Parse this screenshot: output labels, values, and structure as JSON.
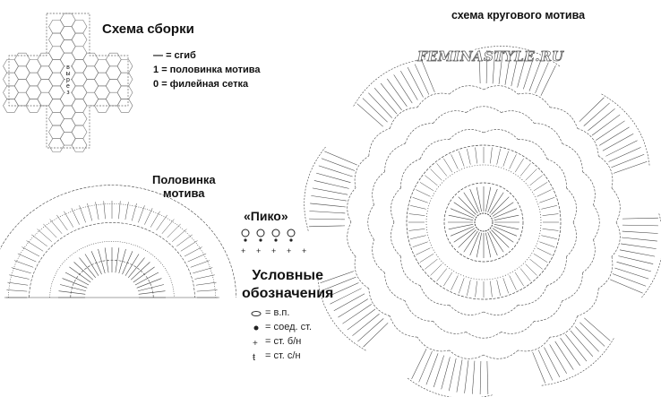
{
  "assembly": {
    "title": "Схема сборки",
    "cut_label": "вырез",
    "legend": [
      {
        "symbol": "—",
        "text": "= сгиб"
      },
      {
        "symbol": "1",
        "text": "= половинка мотива"
      },
      {
        "symbol": "0",
        "text": "= филейная сетка"
      }
    ]
  },
  "half_motif": {
    "title_line1": "Половинка",
    "title_line2": "мотива"
  },
  "picot": {
    "title": "«Пико»"
  },
  "symbols": {
    "title_line1": "Условные",
    "title_line2": "обозначения",
    "items": [
      {
        "icon": "chain-oval-icon",
        "text": "= в.п."
      },
      {
        "icon": "slip-stitch-dot-icon",
        "text": "= соед. ст."
      },
      {
        "icon": "single-crochet-plus-icon",
        "text": "= ст. б/н"
      },
      {
        "icon": "double-crochet-icon",
        "text": "= ст. с/н"
      }
    ]
  },
  "round_motif": {
    "title": "схема кругового мотива",
    "watermark": "FEMINASTYLE.RU"
  }
}
